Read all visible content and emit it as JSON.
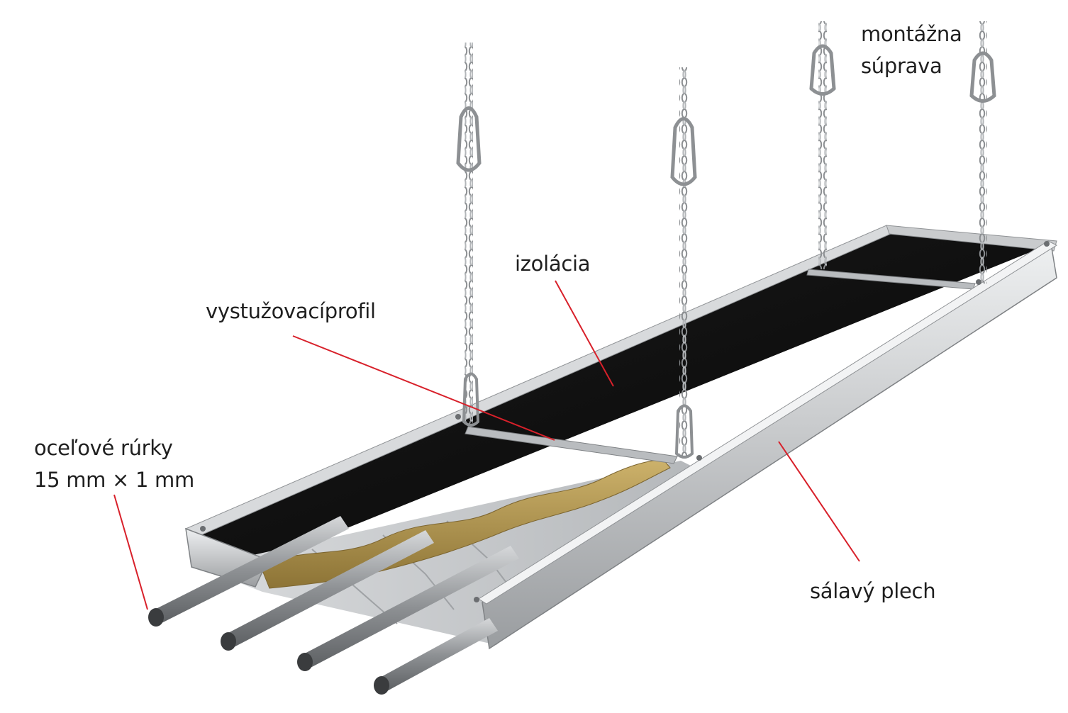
{
  "labels": {
    "montazna": [
      "montážna",
      "súprava"
    ],
    "izolacia": "izolácia",
    "vystuzovaci": "vystužovacíprofil",
    "rurky": [
      "oceľové rúrky",
      "15 mm × 1 mm"
    ],
    "salavy": "sálavý plech"
  },
  "colors": {
    "leader": "#d8202a",
    "panel_black": "#121212",
    "frame_silver": "#c9cbcd",
    "frame_dark": "#8f9295",
    "insulation": "#b89a52",
    "chain": "#a9acaf",
    "pipe": "#9a9da0"
  }
}
